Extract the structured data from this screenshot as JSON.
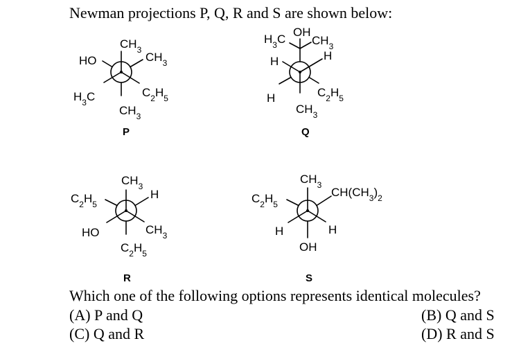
{
  "question": "Newman projections P, Q, R and S are shown below:",
  "prompt": "Which one of the following options represents identical molecules?",
  "options": [
    {
      "letter": "(A)",
      "text": "P and Q"
    },
    {
      "letter": "(B)",
      "text": "Q and S"
    },
    {
      "letter": "(C)",
      "text": "Q and R"
    },
    {
      "letter": "(D)",
      "text": "R and S"
    }
  ],
  "projections": {
    "P": {
      "label": "P",
      "front_up": "CH3",
      "front_lower_left": "H3C",
      "front_lower_right": "C2H5",
      "back_down": "CH3",
      "back_upper_left": "HO",
      "back_upper_right": "CH3"
    },
    "Q": {
      "label": "Q",
      "front_down": "CH3",
      "front_upper_left": "H",
      "front_upper_right": "H",
      "back_up": "C(OH)(CH3)2",
      "back_lower_left": "H",
      "back_lower_right": "C2H5"
    },
    "R": {
      "label": "R",
      "front_up": "CH3",
      "front_lower_left": "HO",
      "front_lower_right": "CH3",
      "back_down": "C2H5",
      "back_upper_left": "C2H5",
      "back_upper_right": "H"
    },
    "S": {
      "label": "S",
      "front_up": "CH3",
      "front_lower_left": "H",
      "front_lower_right": "H",
      "back_down": "OH",
      "back_upper_left": "C2H5",
      "back_upper_right": "CH(CH3)2"
    }
  }
}
